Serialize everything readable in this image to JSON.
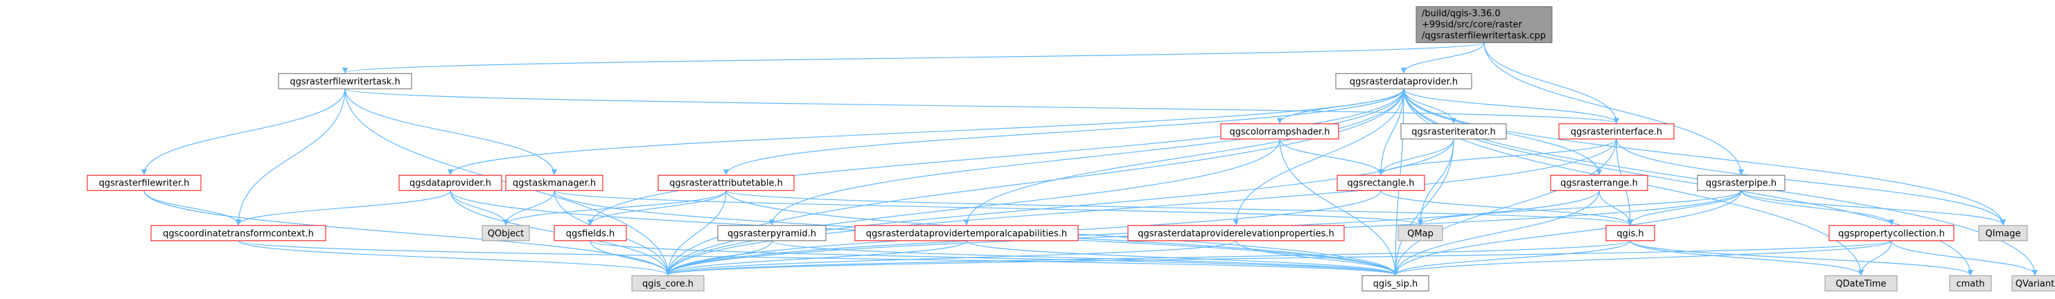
{
  "colors": {
    "edge": "#63b8ff",
    "root_fill": "#999999",
    "red_border": "#ff0000",
    "black_border": "#666666",
    "gray_fill": "#e0e0e0",
    "gray_border": "#999999",
    "text": "#000000"
  },
  "nodes": {
    "root": [
      "/build/qgis-3.36.0",
      "+99sid/src/core/raster",
      "/qgsrasterfilewritertask.cpp"
    ],
    "qgsrasterfilewritertask_h": "qgsrasterfilewritertask.h",
    "qgsrasterdataprovider_h": "qgsrasterdataprovider.h",
    "qgsrasterfilewriter_h": "qgsrasterfilewriter.h",
    "qgstaskmanager_h": "qgstaskmanager.h",
    "qgscoordinatetransformcontext_h": "qgscoordinatetransformcontext.h",
    "qgsdataprovider_h": "qgsdataprovider.h",
    "qgsrasterattributetable_h": "qgsrasterattributetable.h",
    "qgscolorrampshader_h": "qgscolorrampshader.h",
    "qgsrasteriterator_h": "qgsrasteriterator.h",
    "qgsrasterinterface_h": "qgsrasterinterface.h",
    "qgsrectangle_h": "qgsrectangle.h",
    "qgsrasterrange_h": "qgsrasterrange.h",
    "qgsrasterpipe_h": "qgsrasterpipe.h",
    "qgsfields_h": "qgsfields.h",
    "qgsrasterpyramid_h": "qgsrasterpyramid.h",
    "qgsrasterdataprovidertemporalcapabilities_h": "qgsrasterdataprovidertemporalcapabilities.h",
    "qgsrasterdataproviderelevationproperties_h": "qgsrasterdataproviderelevationproperties.h",
    "qgis_h": "qgis.h",
    "qgspropertycollection_h": "qgspropertycollection.h",
    "QObject": "QObject",
    "QMap": "QMap",
    "QImage": "QImage",
    "qgis_core_h": "qgis_core.h",
    "qgis_sip_h": "qgis_sip.h",
    "QDateTime": "QDateTime",
    "cmath": "cmath",
    "QVariant": "QVariant"
  }
}
